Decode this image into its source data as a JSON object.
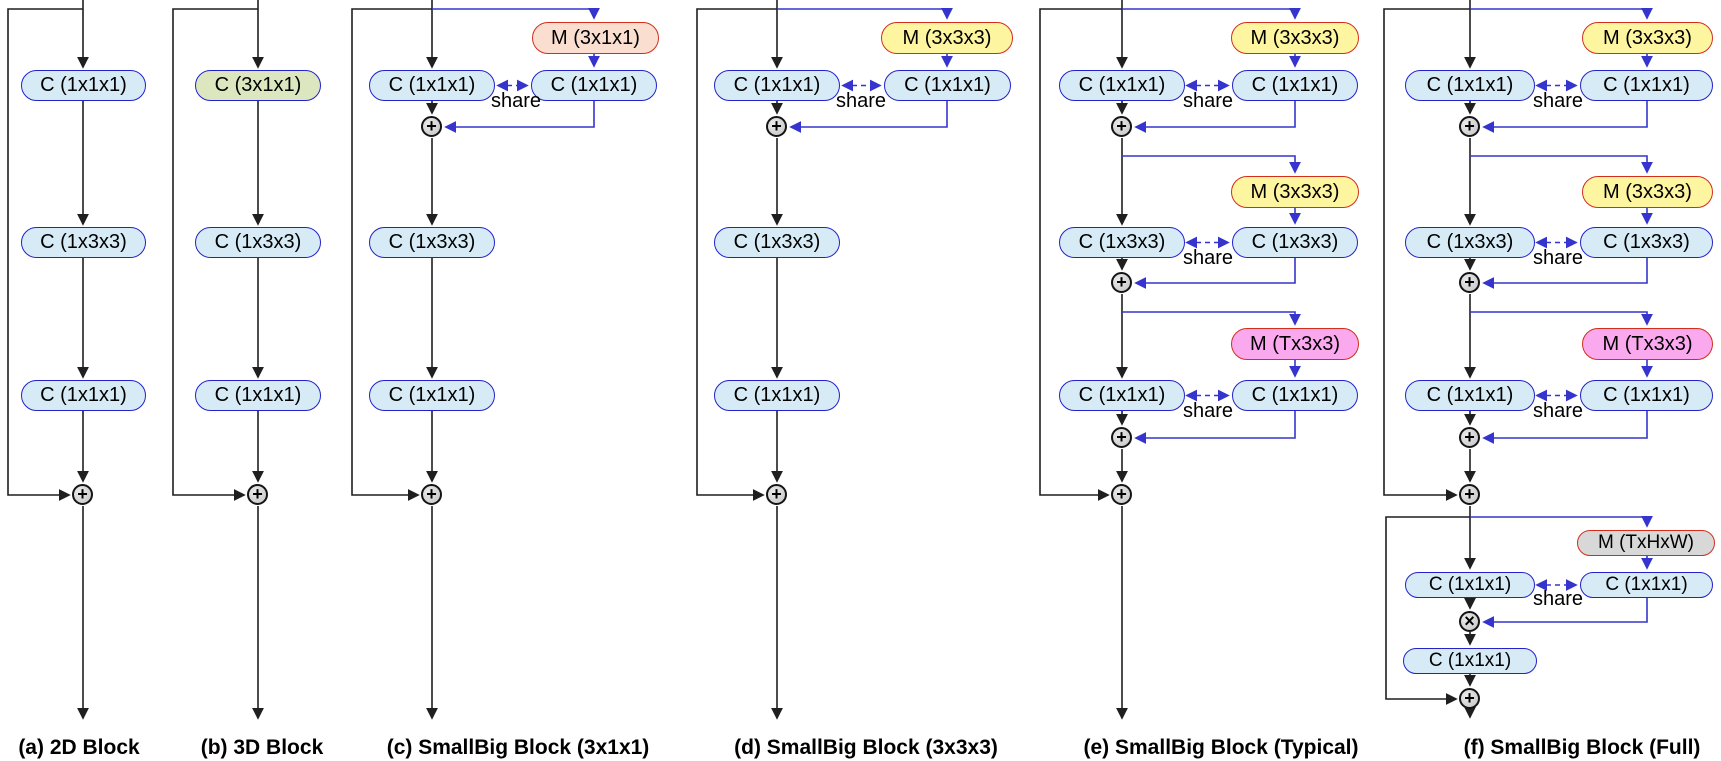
{
  "colors": {
    "conv-fill": "#d7ebf6",
    "conv-border": "#2222cb",
    "conv3d-fill": "#dce7c0",
    "m-salmon-fill": "#fadfd1",
    "m-yellow-fill": "#fdf5a0",
    "m-magenta-fill": "#fba9ee",
    "m-gray-fill": "#d8d8d8",
    "m-border": "#d42e1a",
    "line-blue": "#3535cd",
    "line-black": "#1f1f1f"
  },
  "labels": {
    "share": "share",
    "add": "+",
    "multiply": "×"
  },
  "panels": {
    "a": {
      "caption": "(a) 2D Block",
      "nodes": {
        "conv1": "C (1x1x1)",
        "conv2": "C (1x3x3)",
        "conv3": "C (1x1x1)"
      }
    },
    "b": {
      "caption": "(b) 3D Block",
      "nodes": {
        "conv1": "C (3x1x1)",
        "conv2": "C (1x3x3)",
        "conv3": "C (1x1x1)"
      }
    },
    "c": {
      "caption": "(c) SmallBig Block (3x1x1)",
      "nodes": {
        "m1": "M (3x1x1)",
        "small1": "C (1x1x1)",
        "big1": "C (1x1x1)",
        "conv2": "C (1x3x3)",
        "conv3": "C (1x1x1)"
      }
    },
    "d": {
      "caption": "(d) SmallBig Block (3x3x3)",
      "nodes": {
        "m1": "M (3x3x3)",
        "small1": "C (1x1x1)",
        "big1": "C (1x1x1)",
        "conv2": "C (1x3x3)",
        "conv3": "C (1x1x1)"
      }
    },
    "e": {
      "caption": "(e) SmallBig Block (Typical)",
      "nodes": {
        "m1": "M (3x3x3)",
        "small1": "C (1x1x1)",
        "big1": "C (1x1x1)",
        "m2": "M (3x3x3)",
        "small2": "C (1x3x3)",
        "big2": "C (1x3x3)",
        "m3": "M (Tx3x3)",
        "small3": "C (1x1x1)",
        "big3": "C (1x1x1)"
      }
    },
    "f": {
      "caption": "(f) SmallBig Block (Full)",
      "nodes": {
        "m1": "M (3x3x3)",
        "small1": "C (1x1x1)",
        "big1": "C (1x1x1)",
        "m2": "M (3x3x3)",
        "small2": "C (1x3x3)",
        "big2": "C (1x3x3)",
        "m3": "M (Tx3x3)",
        "small3": "C (1x1x1)",
        "big3": "C (1x1x1)",
        "m4": "M (TxHxW)",
        "small4": "C (1x1x1)",
        "big4": "C (1x1x1)",
        "conv5": "C (1x1x1)"
      }
    }
  }
}
